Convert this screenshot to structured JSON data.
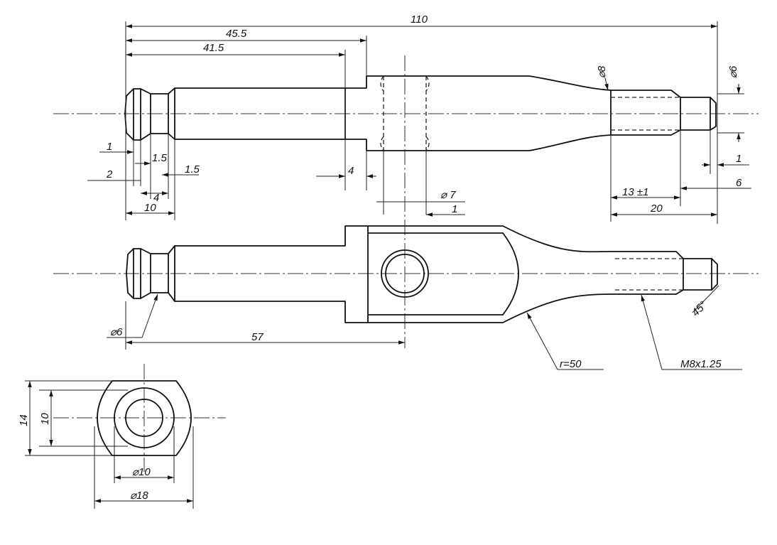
{
  "dimensions": {
    "overall_length": "110",
    "len_45_5": "45.5",
    "len_41_5": "41.5",
    "dia_8": "⌀8",
    "dia_6_tip": "⌀6",
    "w_1_left": "1",
    "w_2": "2",
    "w_1_5_a": "1.5",
    "w_1_5_b": "1.5",
    "w_4_groove": "4",
    "w_10_head": "10",
    "w_4_step": "4",
    "dia_7": "⌀ 7",
    "w_1_hole": "1",
    "w_1_tip": "1",
    "w_13": "13 ±1",
    "w_6": "6",
    "w_20": "20",
    "dia_6_head": "⌀6",
    "len_57": "57",
    "radius": "r=50",
    "thread": "M8x1.25",
    "chamfer": "45°",
    "h_14": "14",
    "h_10": "10",
    "dia_10": "⌀10",
    "dia_18": "⌀18"
  }
}
